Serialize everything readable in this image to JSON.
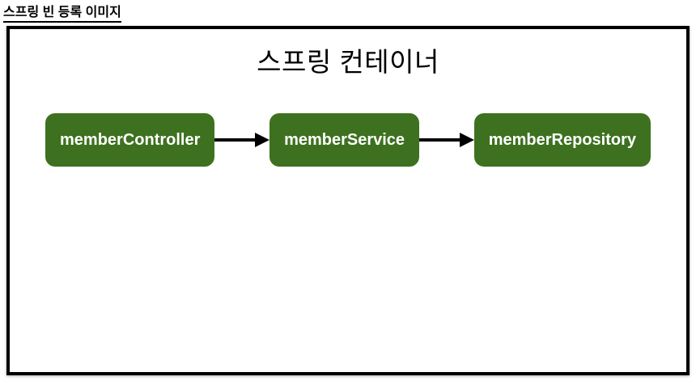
{
  "page": {
    "heading": "스프링 빈 등록 이미지"
  },
  "diagram": {
    "title": "스프링 컨테이너",
    "nodes": [
      {
        "id": "memberController",
        "label": "memberController"
      },
      {
        "id": "memberService",
        "label": "memberService"
      },
      {
        "id": "memberRepository",
        "label": "memberRepository"
      }
    ],
    "edges": [
      {
        "from": "memberController",
        "to": "memberService",
        "style": "solid-arrow"
      },
      {
        "from": "memberService",
        "to": "memberRepository",
        "style": "solid-arrow"
      }
    ],
    "colors": {
      "node_fill": "#3d711f",
      "node_text": "#ffffff",
      "arrow": "#000000",
      "container_border": "#000000",
      "background": "#ffffff"
    }
  }
}
